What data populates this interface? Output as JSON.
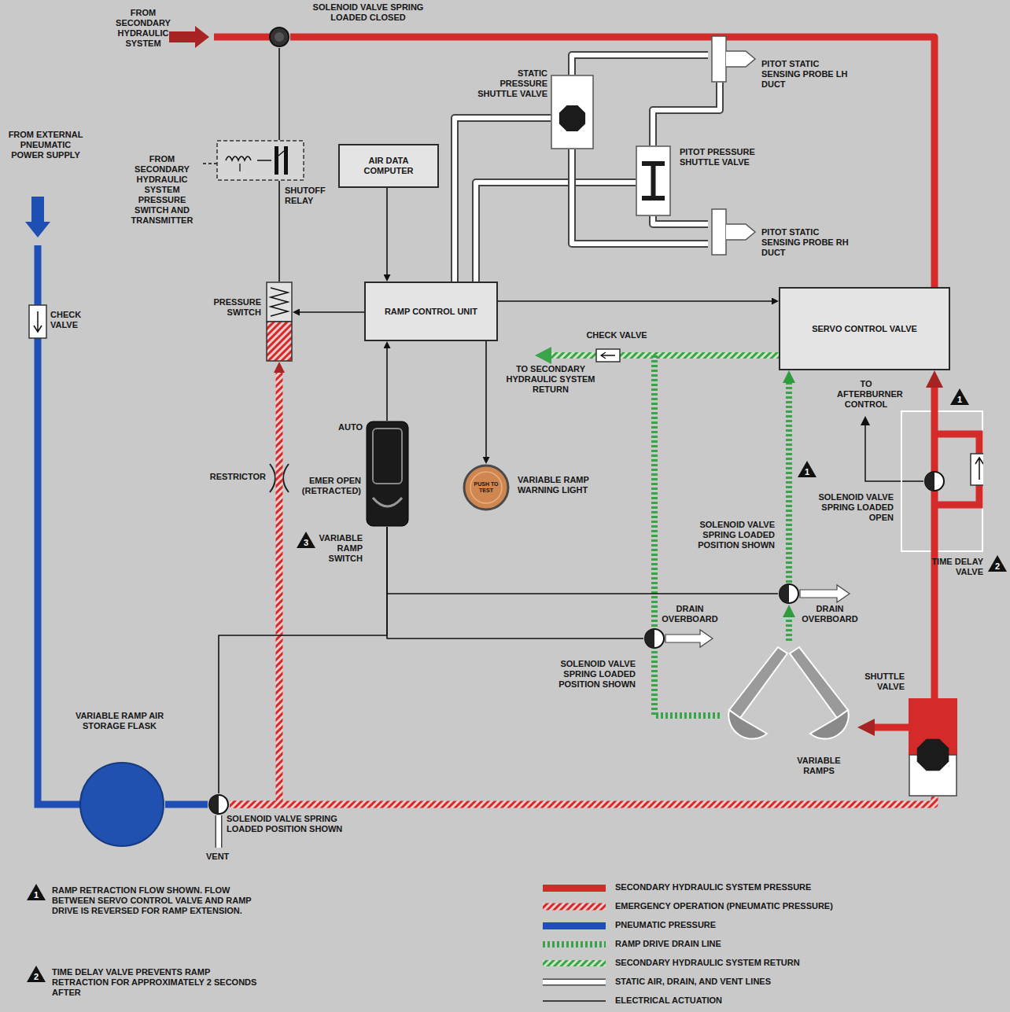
{
  "diagram": {
    "nodes": [
      {
        "text": [
          "AIR DATA COMPUTER"
        ]
      },
      {
        "text": [
          "RAMP CONTROL UNIT"
        ]
      },
      {
        "text": [
          "SERVO CONTROL VALVE"
        ]
      },
      {
        "text": [
          "SHUTOFF RELAY"
        ]
      },
      {
        "text": [
          "PRESSURE SWITCH"
        ]
      },
      {
        "text": [
          "STATIC PRESSURE SHUTTLE VALVE"
        ]
      },
      {
        "text": [
          "PITOT STATIC SENSING PROBE LH DUCT"
        ]
      },
      {
        "text": [
          "PITOT PRESSURE SHUTTLE VALVE"
        ]
      },
      {
        "text": [
          "PITOT STATIC SENSING PROBE RH DUCT"
        ]
      },
      {
        "text": [
          "SOLENOID VALVE SPRING LOADED CLOSED"
        ]
      },
      {
        "text": [
          "AUTO",
          "EMER OPEN (RETRACTED)",
          "VARIABLE RAMP SWITCH"
        ]
      },
      {
        "text": [
          "PUSH TO TEST",
          "VARIABLE RAMP WARNING LIGHT"
        ]
      },
      {
        "text": [
          "TIME DELAY VALVE"
        ]
      },
      {
        "text": [
          "SOLENOID VALVE SPRING LOADED OPEN"
        ],
        "in": 12
      },
      {
        "text": [
          "SHUTTLE VALVE"
        ]
      },
      {
        "text": [
          "VARIABLE RAMPS"
        ]
      },
      {
        "text": [
          "VARIABLE RAMP AIR STORAGE FLASK"
        ]
      },
      {
        "text": [
          "SOLENOID VALVE SPRING LOADED POSITION SHOWN"
        ]
      },
      {
        "text": [
          "SOLENOID VALVE SPRING LOADED POSITION SHOWN"
        ]
      },
      {
        "text": [
          "SOLENOID VALVE SPRING LOADED POSITION SHOWN"
        ]
      }
    ],
    "edges": [
      {
        "from": 0,
        "to": 1,
        "arrow": "to"
      },
      {
        "from": 10,
        "to": 1,
        "arrow": "to"
      },
      {
        "from": 1,
        "to": 4,
        "arrow": "to"
      },
      {
        "from": 1,
        "to": 2,
        "arrow": "to"
      },
      {
        "from": 1,
        "to": 11,
        "arrow": "to"
      },
      {
        "from": 4,
        "to": 3,
        "arrow": "none"
      },
      {
        "from": 3,
        "to": 9,
        "arrow": "none"
      },
      {
        "from": 5,
        "to": 1,
        "arrow": "none"
      },
      {
        "from": 7,
        "to": 1,
        "arrow": "none"
      },
      {
        "from": 6,
        "to": 5,
        "arrow": "none"
      },
      {
        "from": 6,
        "to": 7,
        "arrow": "none"
      },
      {
        "from": 8,
        "to": 5,
        "arrow": "none"
      },
      {
        "from": 8,
        "to": 7,
        "arrow": "none"
      },
      {
        "from": 9,
        "to": 2,
        "arrow": "none"
      },
      {
        "from": 12,
        "to": 2,
        "arrow": "to"
      },
      {
        "from": 12,
        "to": 14,
        "arrow": "none"
      },
      {
        "from": 14,
        "to": 15,
        "arrow": "to"
      },
      {
        "from": 16,
        "to": 17,
        "arrow": "none"
      },
      {
        "from": 17,
        "to": 14,
        "arrow": "none"
      },
      {
        "from": 17,
        "to": 4,
        "arrow": "to"
      },
      {
        "from": 10,
        "to": 17,
        "arrow": "none"
      },
      {
        "from": 10,
        "to": 18,
        "arrow": "none"
      },
      {
        "from": 10,
        "to": 19,
        "arrow": "none"
      },
      {
        "from": 15,
        "to": 18,
        "arrow": "none"
      },
      {
        "from": 15,
        "to": 19,
        "arrow": "to"
      },
      {
        "from": 19,
        "to": 2,
        "arrow": "to"
      }
    ],
    "labels": [
      "FROM SECONDARY HYDRAULIC SYSTEM",
      "FROM EXTERNAL PNEUMATIC POWER SUPPLY",
      "FROM SECONDARY HYDRAULIC SYSTEM PRESSURE SWITCH AND TRANSMITTER",
      "CHECK VALVE",
      "RESTRICTOR",
      "3",
      "CHECK VALVE",
      "TO SECONDARY HYDRAULIC SYSTEM RETURN",
      "TO AFTERBURNER CONTROL",
      "1",
      "1",
      "DRAIN OVERBOARD",
      "DRAIN OVERBOARD",
      "2",
      "VENT",
      "1",
      "RAMP RETRACTION FLOW SHOWN. FLOW BETWEEN SERVO CONTROL VALVE AND RAMP DRIVE IS REVERSED FOR RAMP EXTENSION.",
      "2",
      "TIME DELAY VALVE PREVENTS RAMP RETRACTION FOR APPROXIMATELY 2 SECONDS AFTER"
    ],
    "legend": [
      {
        "text": "SECONDARY HYDRAULIC SYSTEM PRESSURE",
        "color": "#d42a2a"
      },
      {
        "text": "EMERGENCY OPERATION (PNEUMATIC PRESSURE)"
      },
      {
        "text": "PNEUMATIC PRESSURE",
        "color": "#1f4fb4"
      },
      {
        "text": "RAMP DRIVE DRAIN LINE"
      },
      {
        "text": "SECONDARY HYDRAULIC SYSTEM RETURN"
      },
      {
        "text": "STATIC AIR, DRAIN, AND VENT LINES"
      },
      {
        "text": "ELECTRICAL ACTUATION"
      }
    ]
  }
}
